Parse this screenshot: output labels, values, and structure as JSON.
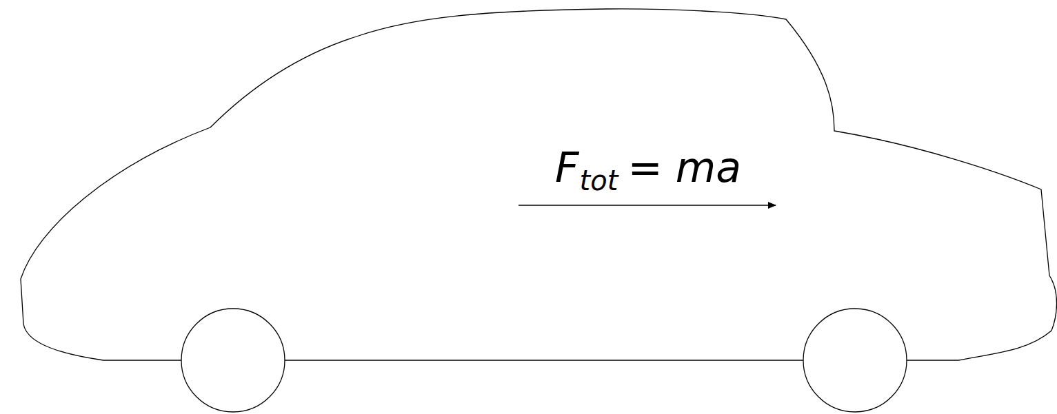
{
  "diagram": {
    "labels": [
      "F",
      "tot",
      "= ma"
    ]
  }
}
